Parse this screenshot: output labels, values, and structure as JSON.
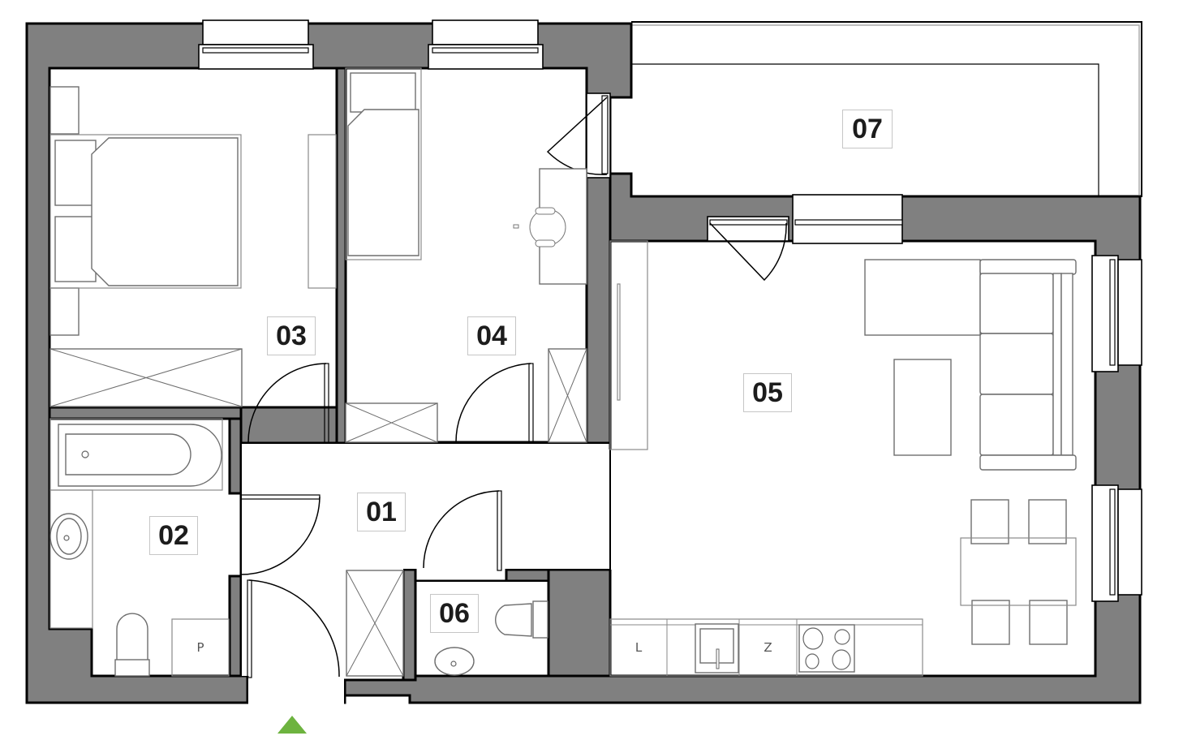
{
  "plan": {
    "type": "apartment-floor-plan",
    "colors": {
      "wall": "#808080",
      "outline": "#000000",
      "furniture": "#6e6e6e",
      "entrance_marker": "#6db33f",
      "label_border": "#c6c6c6"
    }
  },
  "rooms": [
    {
      "id": "01",
      "label": "01",
      "name": "hallway"
    },
    {
      "id": "02",
      "label": "02",
      "name": "bathroom"
    },
    {
      "id": "03",
      "label": "03",
      "name": "bedroom"
    },
    {
      "id": "04",
      "label": "04",
      "name": "bedroom-small"
    },
    {
      "id": "05",
      "label": "05",
      "name": "living-room-kitchen"
    },
    {
      "id": "06",
      "label": "06",
      "name": "wc"
    },
    {
      "id": "07",
      "label": "07",
      "name": "balcony"
    }
  ],
  "fixtures": {
    "washing_machine": "P",
    "dishwasher": "L",
    "fridge": "Z"
  },
  "entrance": {
    "icon": "entrance-triangle-icon"
  }
}
